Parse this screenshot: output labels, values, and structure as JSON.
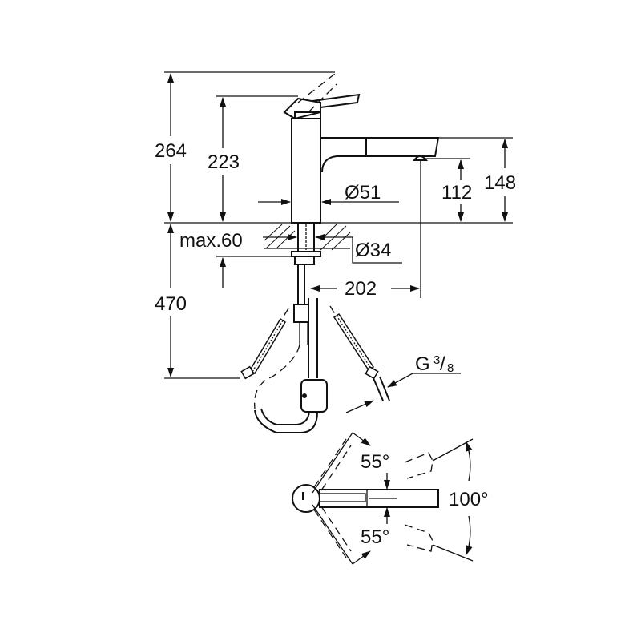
{
  "dimensions": {
    "total_height": "264",
    "spout_lever_height": "223",
    "body_diameter": "Ø51",
    "aerator_height": "112",
    "spout_height": "148",
    "deck_thickness": "max.60",
    "hole_diameter": "Ø34",
    "spout_reach": "202",
    "under_deck_length": "470",
    "connection_thread": "G",
    "thread_num": "3",
    "thread_den": "8"
  },
  "top_view": {
    "swivel_angle_upper": "55°",
    "swivel_angle_lower": "55°",
    "total_swivel": "100°"
  },
  "colors": {
    "line": "#111111",
    "background": "#ffffff"
  }
}
